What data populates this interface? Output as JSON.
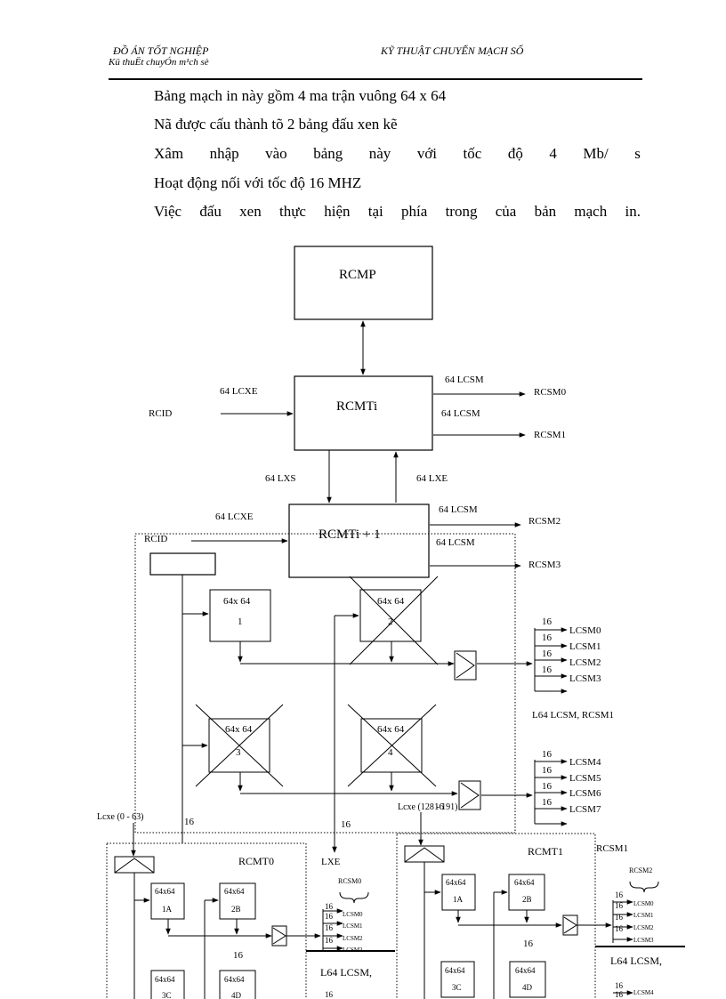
{
  "header": {
    "left_line1": "ĐỒ ÁN TỐT NGHIỆP",
    "left_line2": "Kü thuËt chuyÓn m¹ch sè",
    "center": "KỸ THUẬT CHUYỂN MẠCH SỐ"
  },
  "body_lines": [
    "Bảng mạch in này gồm 4 ma trận vuông 64 x 64",
    "Nã được cấu thành tõ 2 bảng đấu xen kẽ",
    "Xâm nhập vào bảng này với tốc độ 4 Mb/ s",
    "Hoạt động nối với tốc độ 16 MHZ",
    "Việc đấu xen thực hiện tại phía trong của bản mạch in."
  ],
  "diagram": {
    "rcmp": "RCMP",
    "rcmti": "RCMTi",
    "rcmti1": "RCMTi + 1",
    "rcmt0": "RCMT0",
    "rcmt1": "RCMT1",
    "rcid": "RCID",
    "lbl_64lcxe": "64 LCXE",
    "lbl_64lcsm": "64 LCSM",
    "lbl_64lxs": "64 LXS",
    "lbl_64lxe": "64 LXE",
    "rcsm0": "RCSM0",
    "rcsm1": "RCSM1",
    "rcsm2": "RCSM2",
    "rcsm3": "RCSM3",
    "matrix": "64x 64",
    "m1": "1",
    "m2": "2",
    "m3": "3",
    "m4": "4",
    "n16": "16",
    "lcsm0": "LCSM0",
    "lcsm1": "LCSM1",
    "lcsm2": "LCSM2",
    "lcsm3": "LCSM3",
    "lcsm4": "LCSM4",
    "lcsm5": "LCSM5",
    "lcsm6": "LCSM6",
    "lcsm7": "LCSM7",
    "out_summary": "L64 LCSM, RCSM1",
    "lcxe_0_63": "Lcxe (0 - 63)",
    "lcxe_128_191": "Lcxe (128 - 191)",
    "lxe": "LXE",
    "small_matrix": "64x64",
    "s1a": "1A",
    "s2b": "2B",
    "s3c": "3C",
    "s4d": "4D",
    "l64lcsm": "L64 LCSM,",
    "rcsm1_b": "RCSM1"
  }
}
